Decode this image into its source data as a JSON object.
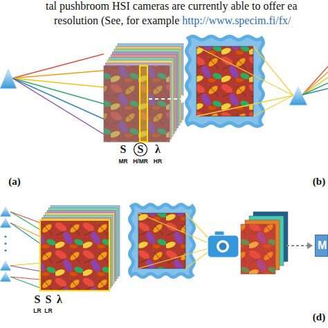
{
  "diagram": {
    "nodes": [
      {
        "text": [
          "M"
        ]
      }
    ],
    "labels": [
      "tal pushbroom HSI cameras are currently able to offer ea",
      "resolution (See, for example",
      "http://www.specim.fi/fx/",
      "S",
      "S",
      "λ",
      "MR",
      "H/MR",
      "HR",
      "(a)",
      "(b)",
      "S",
      "S",
      "λ",
      "LR",
      "LR",
      "(d)"
    ]
  }
}
